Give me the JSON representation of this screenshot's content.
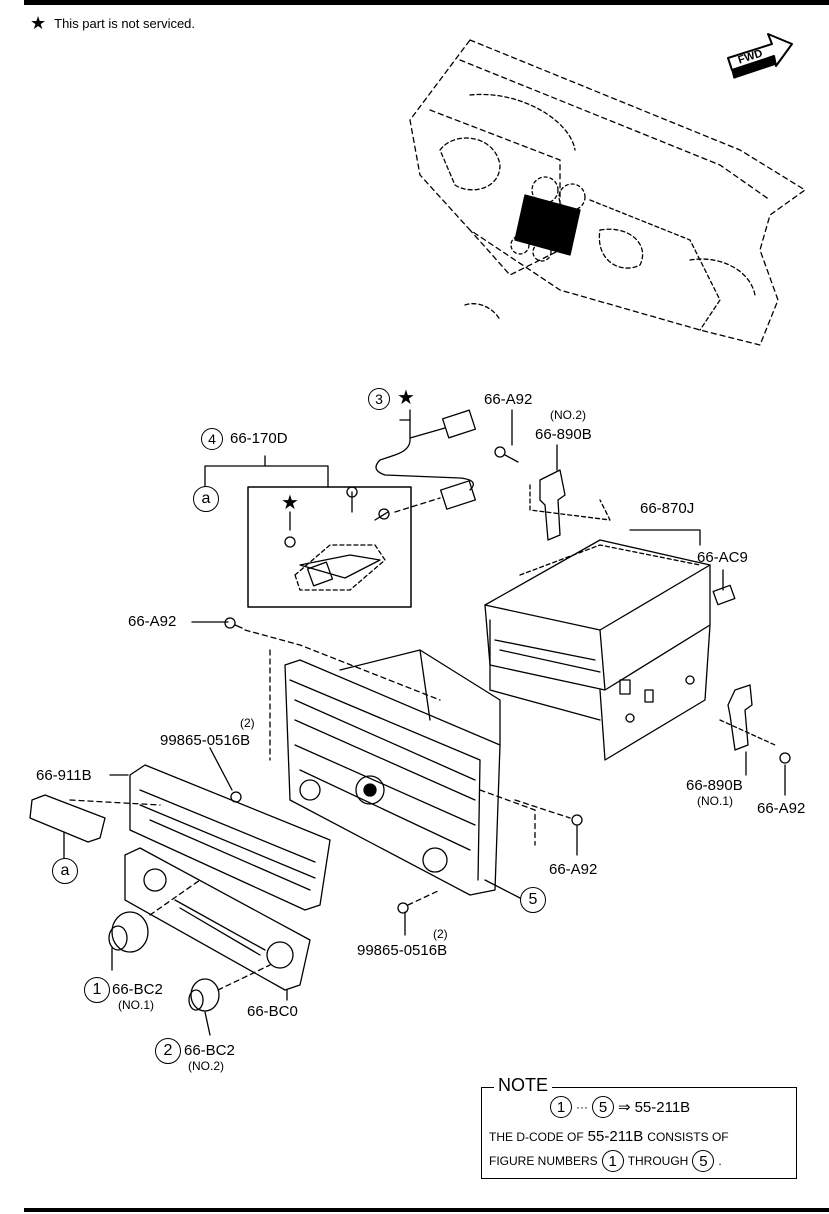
{
  "legend": {
    "symbol": "★",
    "text": "This part is not serviced."
  },
  "fwd_label": "FWD",
  "callouts": {
    "c3": "3",
    "c4": "4",
    "c5": "5",
    "c1": "1",
    "c2": "2",
    "a_top": "a",
    "a_bottom": "a"
  },
  "labels": {
    "p3_star": "★",
    "p4_code": "66-170D",
    "bracket_star": "★",
    "a92_top": "66-A92",
    "b890_no2_qty": "(NO.2)",
    "b890_no2": "66-890B",
    "p870j": "66-870J",
    "ac9": "66-AC9",
    "a92_left": "66-A92",
    "screw_top_qty": "(2)",
    "screw_top": "99865-0516B",
    "p911b": "66-911B",
    "b890_no1": "66-890B",
    "b890_no1_qty": "(NO.1)",
    "a92_right": "66-A92",
    "a92_mid": "66-A92",
    "screw_bot_qty": "(2)",
    "screw_bot": "99865-0516B",
    "bc2_no1": "66-BC2",
    "bc2_no1_qty": "(NO.1)",
    "bc0": "66-BC0",
    "bc2_no2": "66-BC2",
    "bc2_no2_qty": "(NO.2)"
  },
  "note": {
    "title": "NOTE",
    "line1_from": "1",
    "line1_dots": "···",
    "line1_to": "5",
    "line1_arrow": "⇒",
    "line1_code": "55-211B",
    "line2_a": "THE D-CODE OF",
    "line2_code": "55-211B",
    "line2_b": "CONSISTS OF",
    "line3_a": "FIGURE NUMBERS",
    "line3_from": "1",
    "line3_mid": "THROUGH",
    "line3_to": "5",
    "line3_end": "."
  }
}
